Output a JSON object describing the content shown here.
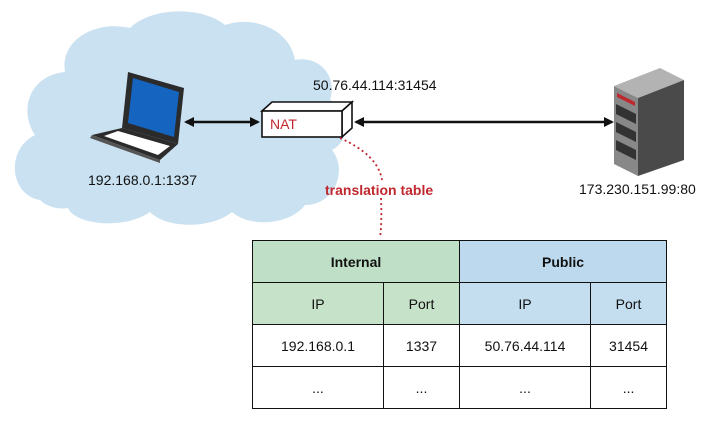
{
  "labels": {
    "laptop_ip": "192.168.0.1:1337",
    "nat_public": "50.76.44.114:31454",
    "nat": "NAT",
    "server_ip": "173.230.151.99:80",
    "translation_table": "translation table"
  },
  "table": {
    "group_headers": [
      "Internal",
      "Public"
    ],
    "sub_headers": [
      "IP",
      "Port",
      "IP",
      "Port"
    ],
    "rows": [
      [
        "192.168.0.1",
        "1337",
        "50.76.44.114",
        "31454"
      ],
      [
        "...",
        "...",
        "...",
        "..."
      ]
    ]
  },
  "colors": {
    "cloud": "#c9e1f1",
    "internal_header": "#bfe0c6",
    "public_header": "#bcd9ee",
    "annotation": "#c0282f"
  },
  "icons": [
    "laptop-icon",
    "nat-device-icon",
    "server-icon"
  ]
}
